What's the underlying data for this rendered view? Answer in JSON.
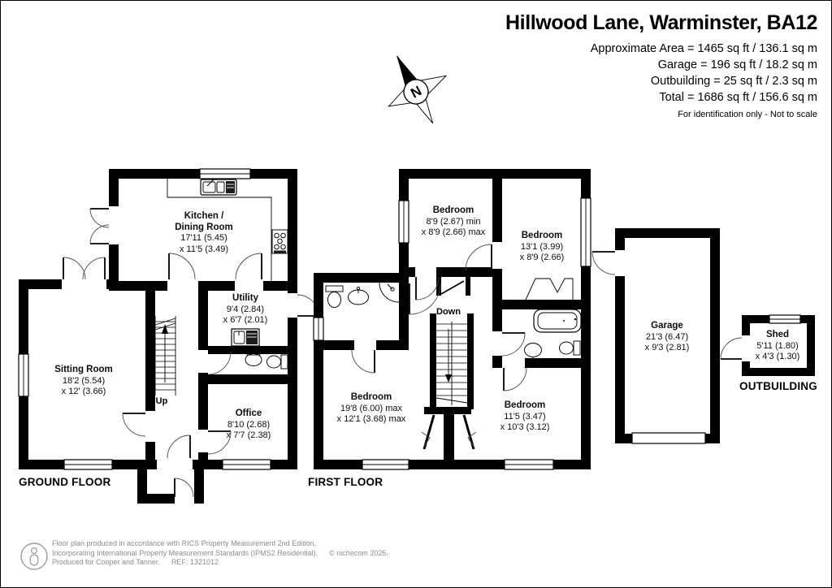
{
  "header": {
    "title": "Hillwood Lane, Warminster, BA12",
    "area_lines": [
      "Approximate Area = 1465 sq ft / 136.1 sq m",
      "Garage = 196 sq ft / 18.2 sq m",
      "Outbuilding = 25 sq ft / 2.3 sq m",
      "Total = 1686 sq ft / 156.6 sq m"
    ],
    "note": "For identification only - Not to scale"
  },
  "compass": {
    "north_label": "N"
  },
  "icons": {
    "compass": "compass-rose-north",
    "footer_logo": "person-in-circle"
  },
  "colors": {
    "walls": "#000000",
    "text": "#0d0d0d",
    "footer_text": "#8c8c8c"
  },
  "floors": {
    "ground": {
      "label": "GROUND FLOOR",
      "stair_label": "Up",
      "rooms": {
        "kitchen": {
          "name": "Kitchen /",
          "name2": "Dining Room",
          "dim1": "17'11 (5.45)",
          "dim2": "x 11'5 (3.49)"
        },
        "utility": {
          "name": "Utility",
          "dim1": "9'4 (2.84)",
          "dim2": "x 6'7 (2.01)"
        },
        "sitting_room": {
          "name": "Sitting Room",
          "dim1": "18'2 (5.54)",
          "dim2": "x 12' (3.66)"
        },
        "office": {
          "name": "Office",
          "dim1": "8'10 (2.68)",
          "dim2": "x 7'7 (2.38)"
        }
      }
    },
    "first": {
      "label": "FIRST FLOOR",
      "stair_label": "Down",
      "rooms": {
        "bedroom_top_left": {
          "name": "Bedroom",
          "dim1": "8'9 (2.67) min",
          "dim2": "x 8'9 (2.66) max"
        },
        "bedroom_top_right": {
          "name": "Bedroom",
          "dim1": "13'1 (3.99)",
          "dim2": "x 8'9 (2.66)"
        },
        "bedroom_bottom_left": {
          "name": "Bedroom",
          "dim1": "19'8 (6.00) max",
          "dim2": "x 12'1 (3.68) max"
        },
        "bedroom_bottom_right": {
          "name": "Bedroom",
          "dim1": "11'5 (3.47)",
          "dim2": "x 10'3 (3.12)"
        }
      }
    },
    "outbuilding": {
      "label": "OUTBUILDING",
      "rooms": {
        "garage": {
          "name": "Garage",
          "dim1": "21'3 (6.47)",
          "dim2": "x 9'3 (2.81)"
        },
        "shed": {
          "name": "Shed",
          "dim1": "5'11 (1.80)",
          "dim2": "x 4'3 (1.30)"
        }
      }
    }
  },
  "footer": {
    "line1": "Floor plan produced in accordance with RICS Property Measurement 2nd Edition,",
    "line2": "Incorporating International Property Measurement Standards (IPMS2 Residential).",
    "copyright": "© nichecom 2025.",
    "line3": "Produced for Cooper and Tanner.",
    "ref": "REF: 1321012"
  }
}
